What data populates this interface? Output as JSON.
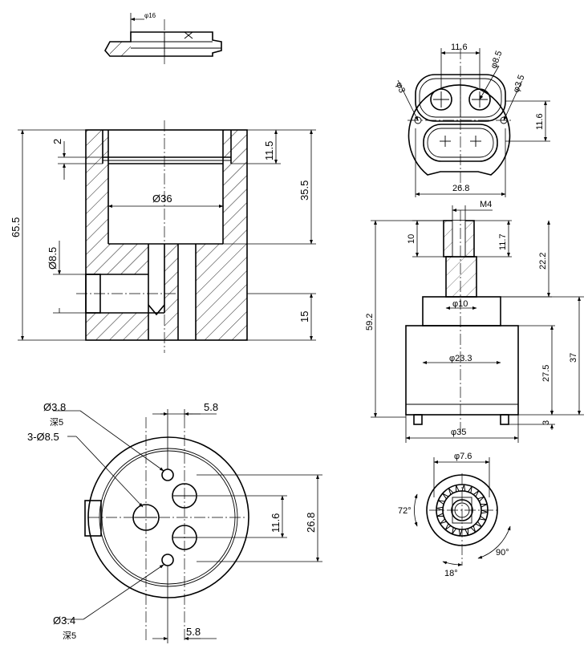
{
  "labels": {
    "top_d16": "φ16",
    "sec_h65_5": "65.5",
    "sec_h2": "2",
    "sec_h11_5": "11.5",
    "sec_h35_5": "35.5",
    "sec_d36": "Ø36",
    "sec_d8_5": "Ø8.5",
    "sec_h15": "15",
    "tr_11_6": "11.6",
    "tr_d8_5": "φ8.5",
    "tr_d3": "φ3",
    "tr_d3_5": "φ3.5",
    "tr_11_6v": "11.6",
    "tr_26_8": "26.8",
    "fr_m4": "M4",
    "fr_10": "10",
    "fr_11_7": "11.7",
    "fr_22_2": "22.2",
    "fr_59_2": "59.2",
    "fr_d10": "φ10",
    "fr_d23_3": "φ23.3",
    "fr_27_5": "27.5",
    "fr_37": "37",
    "fr_3": "3",
    "fr_d35": "φ35",
    "bl_d3_8": "Ø3.8",
    "bl_depth1": "深5",
    "bl_3d8_5": "3-Ø8.5",
    "bl_5_8_top": "5.8",
    "bl_11_6": "11.6",
    "bl_26_8": "26.8",
    "bl_d3_4": "Ø3.4",
    "bl_depth2": "深5",
    "bl_5_8_bot": "5.8",
    "br_d7_6": "φ7.6",
    "br_72": "72°",
    "br_90": "90°",
    "br_18": "18°"
  }
}
